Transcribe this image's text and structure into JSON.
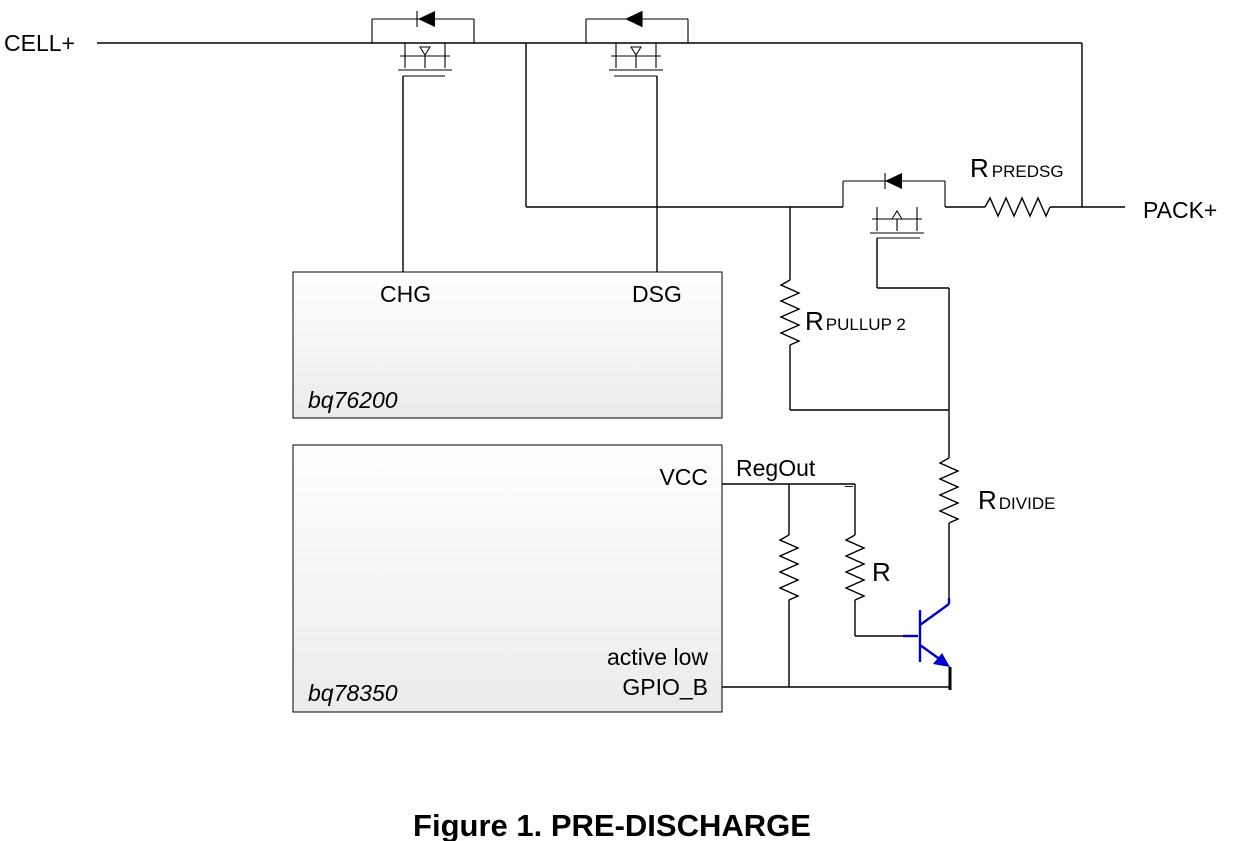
{
  "colors": {
    "wire": "#000000",
    "transistor": "#0000cc",
    "block_fill_top": "#ffffff",
    "block_fill_bottom": "#ebebeb"
  },
  "nodes": {
    "cell_plus": "CELL+",
    "pack_plus": "PACK+",
    "regout": "RegOut",
    "regout_suffix": "_"
  },
  "resistors": {
    "predsg": {
      "prefix": "R",
      "sub": "PREDSG"
    },
    "pullup2": {
      "prefix": "R",
      "sub": "PULLUP 2"
    },
    "divide": {
      "prefix": "R",
      "sub": "DIVIDE"
    },
    "r": {
      "prefix": "R"
    }
  },
  "chips": {
    "bq76200": {
      "name": "bq76200",
      "pins": {
        "chg": "CHG",
        "dsg": "DSG"
      }
    },
    "bq78350": {
      "name": "bq78350",
      "pins": {
        "vcc": "VCC",
        "gpio_note": "active low",
        "gpio": "GPIO_B"
      }
    }
  },
  "caption": "Figure 1. PRE-DISCHARGE"
}
